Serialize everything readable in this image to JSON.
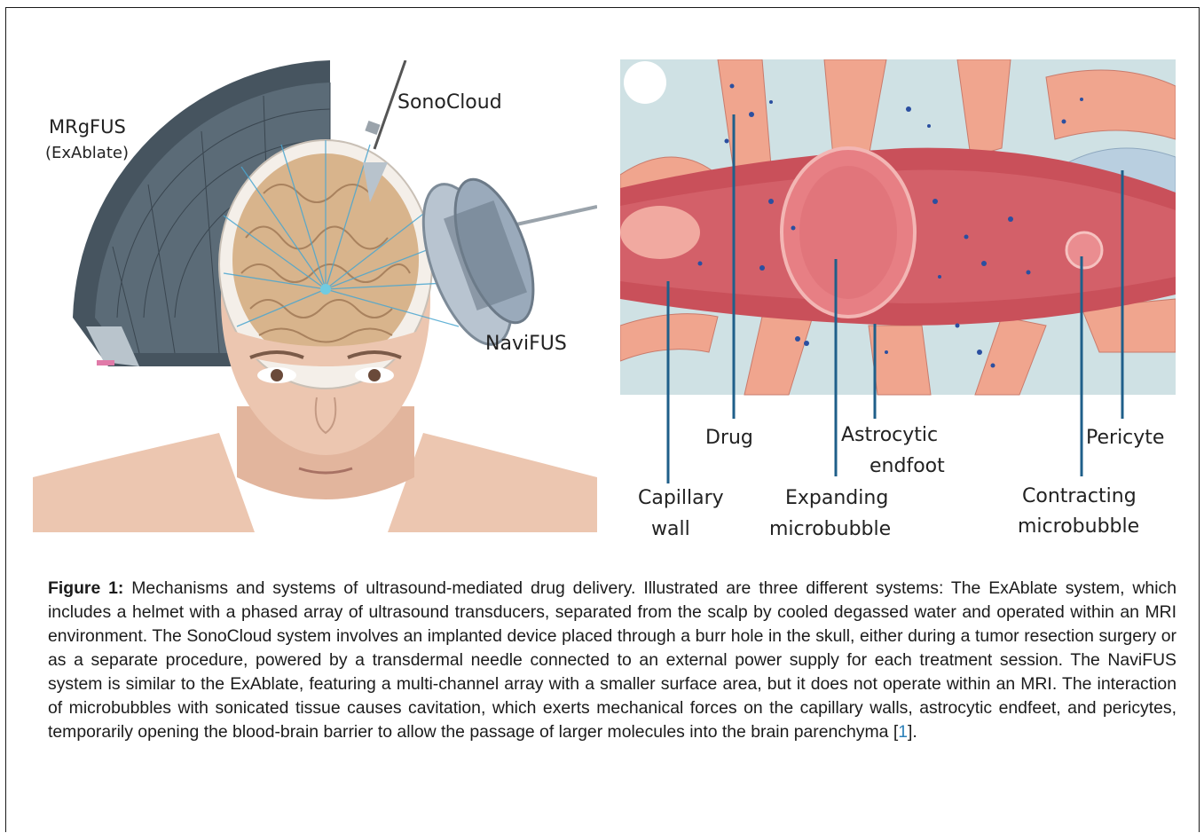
{
  "figure": {
    "left_labels": {
      "mrgfus": "MRgFUS",
      "exablate": "(ExAblate)",
      "sonocloud": "SonoCloud",
      "navifus": "NaviFUS"
    },
    "right_labels": {
      "capillary_1": "Capillary",
      "capillary_2": "wall",
      "drug": "Drug",
      "astro_1": "Astrocytic",
      "astro_2": "endfoot",
      "expanding_1": "Expanding",
      "expanding_2": "microbubble",
      "pericyte": "Pericyte",
      "contracting_1": "Contracting",
      "contracting_2": "microbubble"
    },
    "caption": {
      "label": "Figure 1:",
      "text": " Mechanisms and systems of ultrasound-mediated drug delivery. Illustrated are three different systems: The ExAblate system, which includes a helmet with a phased array of ultrasound transducers, separated from the scalp by cooled degassed water and operated within an MRI environment. The SonoCloud system involves an implanted device placed through a burr hole in the skull, either during a tumor resection surgery or as a separate procedure, powered by a transdermal needle connected to an external power supply for each treatment session. The NaviFUS system is similar to the ExAblate, featuring a multi-channel array with a smaller surface area, but it does not operate within an MRI. The interaction of microbubbles with sonicated tissue causes cavitation, which exerts mechanical forces on the capillary walls, astrocytic endfeet, and pericytes, temporarily opening the blood-brain barrier to allow the passage of larger molecules into the brain parenchyma [",
      "ref": "1",
      "end": "]."
    },
    "colors": {
      "skin": "#ecc6b0",
      "helmet": "#4a5a66",
      "brain": "#d8b48c",
      "vessel": "#c9505a",
      "tissue_bg": "#cfe1e4",
      "astrocyte": "#f0a58e",
      "drug": "#2b4fa0",
      "accent_line": "#1f5f8a"
    }
  }
}
